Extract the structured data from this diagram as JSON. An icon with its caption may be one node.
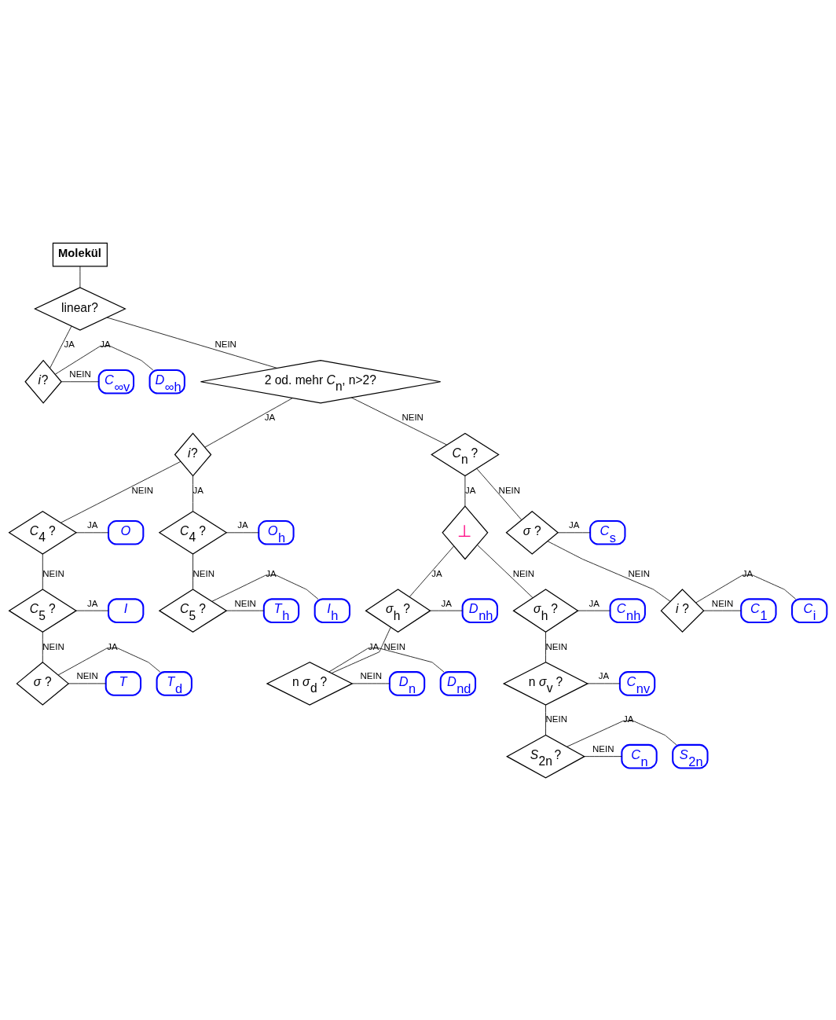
{
  "diagram": {
    "nodes": [
      {
        "text": [
          "Molekül"
        ]
      },
      {
        "text": [
          "linear?"
        ]
      },
      {
        "text": [
          "*i*?"
        ]
      },
      {
        "text": [
          "*D*$_{∞h}$"
        ]
      },
      {
        "text": [
          "*C*$_{∞v}$"
        ]
      },
      {
        "text": [
          "2 od. mehr *C*$_{n}$, n>2?"
        ]
      },
      {
        "text": [
          "*i*?"
        ]
      },
      {
        "text": [
          "*C*$_{4}$ ?"
        ]
      },
      {
        "text": [
          "*O*"
        ]
      },
      {
        "text": [
          "*C*$_{5}$ ?"
        ]
      },
      {
        "text": [
          "*I*"
        ]
      },
      {
        "text": [
          "*σ* ?"
        ]
      },
      {
        "text": [
          "*T*$_{d}$"
        ]
      },
      {
        "text": [
          "*T*"
        ]
      },
      {
        "text": [
          "*C*$_{4}$ ?"
        ]
      },
      {
        "text": [
          "*O*$_{h}$"
        ]
      },
      {
        "text": [
          "*C*$_{5}$ ?"
        ]
      },
      {
        "text": [
          "*I*$_{h}$"
        ]
      },
      {
        "text": [
          "*T*$_{h}$"
        ]
      },
      {
        "text": [
          "*C*$_{n}$ ?"
        ]
      },
      {
        "text": [
          "⊥"
        ]
      },
      {
        "text": [
          "*σ*$_{h}$ ?"
        ]
      },
      {
        "text": [
          "*D*$_{nh}$"
        ]
      },
      {
        "text": [
          "n *σ*$_{d}$ ?"
        ]
      },
      {
        "text": [
          "*D*$_{nd}$"
        ]
      },
      {
        "text": [
          "*D*$_{n}$"
        ]
      },
      {
        "text": [
          "*σ* ?"
        ]
      },
      {
        "text": [
          "*C*$_{s}$"
        ]
      },
      {
        "text": [
          "*i* ?"
        ]
      },
      {
        "text": [
          "*C*$_{i}$"
        ]
      },
      {
        "text": [
          "*C*$_{1}$"
        ]
      },
      {
        "text": [
          "*σ*$_{h}$ ?"
        ]
      },
      {
        "text": [
          "*C*$_{nh}$"
        ]
      },
      {
        "text": [
          "n *σ*$_{v}$ ?"
        ]
      },
      {
        "text": [
          "*C*$_{nv}$"
        ]
      },
      {
        "text": [
          "*S*$_{2n}$ ?"
        ]
      },
      {
        "text": [
          "*S*$_{2n}$"
        ]
      },
      {
        "text": [
          "*C*$_{n}$"
        ]
      }
    ],
    "edges": [
      {
        "from": 0,
        "to": 1,
        "arrow": "none"
      },
      {
        "from": 1,
        "to": 2,
        "arrow": "none",
        "label": "JA"
      },
      {
        "from": 1,
        "to": 5,
        "arrow": "none",
        "label": "NEIN"
      },
      {
        "from": 2,
        "to": 3,
        "arrow": "none",
        "label": "JA"
      },
      {
        "from": 2,
        "to": 4,
        "arrow": "none",
        "label": "NEIN"
      },
      {
        "from": 5,
        "to": 6,
        "arrow": "none",
        "label": "JA"
      },
      {
        "from": 5,
        "to": 19,
        "arrow": "none",
        "label": "NEIN"
      },
      {
        "from": 6,
        "to": 7,
        "arrow": "none",
        "label": "NEIN"
      },
      {
        "from": 6,
        "to": 14,
        "arrow": "none",
        "label": "JA"
      },
      {
        "from": 7,
        "to": 8,
        "arrow": "none",
        "label": "JA"
      },
      {
        "from": 7,
        "to": 9,
        "arrow": "none",
        "label": "NEIN"
      },
      {
        "from": 9,
        "to": 10,
        "arrow": "none",
        "label": "JA"
      },
      {
        "from": 9,
        "to": 11,
        "arrow": "none",
        "label": "NEIN"
      },
      {
        "from": 11,
        "to": 12,
        "arrow": "none",
        "label": "JA"
      },
      {
        "from": 11,
        "to": 13,
        "arrow": "none",
        "label": "NEIN"
      },
      {
        "from": 14,
        "to": 15,
        "arrow": "none",
        "label": "JA"
      },
      {
        "from": 14,
        "to": 16,
        "arrow": "none",
        "label": "NEIN"
      },
      {
        "from": 16,
        "to": 17,
        "arrow": "none",
        "label": "JA"
      },
      {
        "from": 16,
        "to": 18,
        "arrow": "none",
        "label": "NEIN"
      },
      {
        "from": 19,
        "to": 20,
        "arrow": "none",
        "label": "JA"
      },
      {
        "from": 19,
        "to": 26,
        "arrow": "none",
        "label": "NEIN"
      },
      {
        "from": 20,
        "to": 21,
        "arrow": "none",
        "label": "JA"
      },
      {
        "from": 20,
        "to": 31,
        "arrow": "none",
        "label": "NEIN"
      },
      {
        "from": 21,
        "to": 22,
        "arrow": "none",
        "label": "JA"
      },
      {
        "from": 21,
        "to": 23,
        "arrow": "none",
        "label": "NEIN"
      },
      {
        "from": 23,
        "to": 24,
        "arrow": "none",
        "label": "JA"
      },
      {
        "from": 23,
        "to": 25,
        "arrow": "none",
        "label": "NEIN"
      },
      {
        "from": 26,
        "to": 27,
        "arrow": "none",
        "label": "JA"
      },
      {
        "from": 26,
        "to": 28,
        "arrow": "none",
        "label": "NEIN"
      },
      {
        "from": 28,
        "to": 29,
        "arrow": "none",
        "label": "JA"
      },
      {
        "from": 28,
        "to": 30,
        "arrow": "none",
        "label": "NEIN"
      },
      {
        "from": 31,
        "to": 32,
        "arrow": "none",
        "label": "JA"
      },
      {
        "from": 31,
        "to": 33,
        "arrow": "none",
        "label": "NEIN"
      },
      {
        "from": 33,
        "to": 34,
        "arrow": "none",
        "label": "JA"
      },
      {
        "from": 33,
        "to": 35,
        "arrow": "none",
        "label": "NEIN"
      },
      {
        "from": 35,
        "to": 36,
        "arrow": "none",
        "label": "JA"
      },
      {
        "from": 35,
        "to": 37,
        "arrow": "none",
        "label": "NEIN"
      }
    ]
  }
}
